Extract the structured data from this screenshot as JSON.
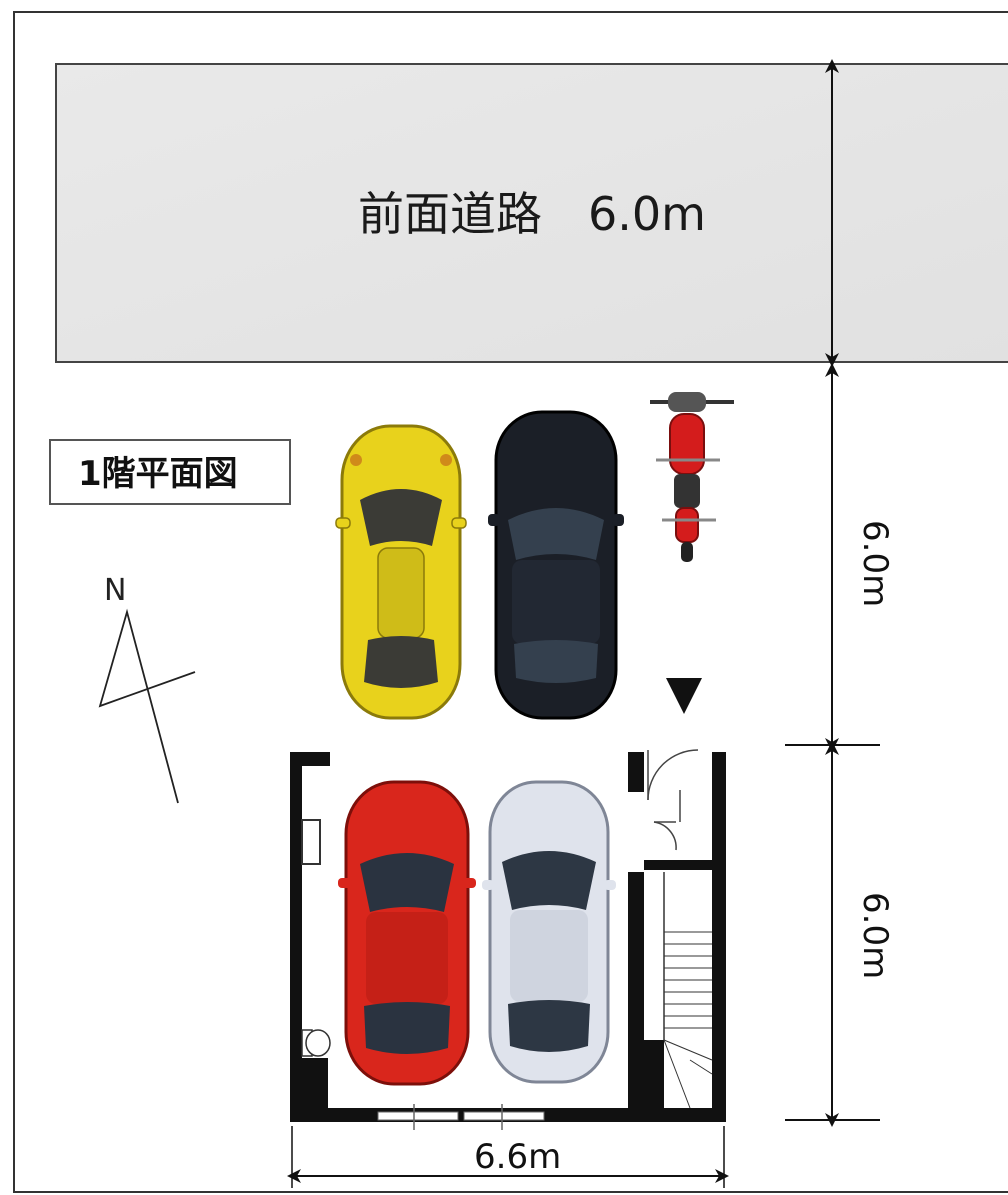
{
  "road": {
    "label": "前面道路　6.0m",
    "fill_color": "#e6e6e6"
  },
  "floor_title": "1階平面図",
  "north_label": "N",
  "dimensions": {
    "road_depth": "6.0m",
    "parking_depth": "6.0m",
    "building_depth": "6.0m",
    "building_width": "6.6m"
  },
  "entrance_marker": "entrance-triangle-icon",
  "vehicles": [
    {
      "kind": "sports-car",
      "location": "outdoor-parking",
      "color": "#e8d21c"
    },
    {
      "kind": "sedan",
      "location": "outdoor-parking",
      "color": "#1b1f27"
    },
    {
      "kind": "motorcycle",
      "location": "outdoor-parking",
      "color": "#d41c1c"
    },
    {
      "kind": "sedan",
      "location": "garage",
      "color": "#d9261c"
    },
    {
      "kind": "sedan",
      "location": "garage",
      "color": "#dfe3ec"
    }
  ],
  "colors": {
    "wall": "#111111",
    "border": "#333333",
    "window_tint": "#2b3a48"
  }
}
